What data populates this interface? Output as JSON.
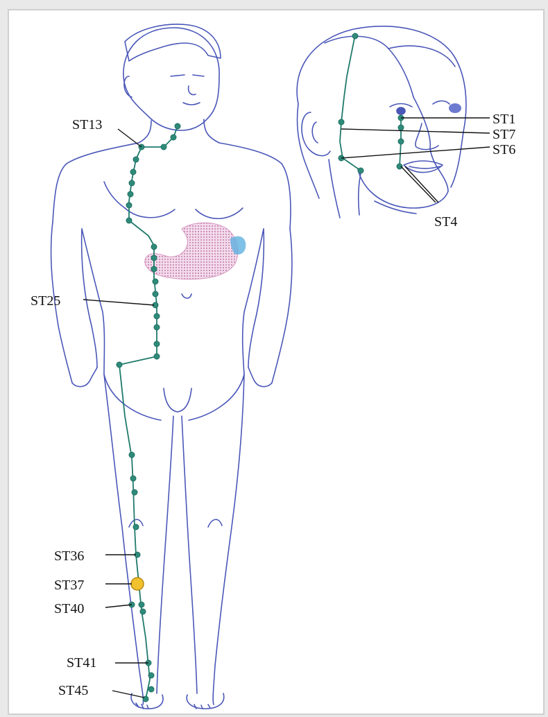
{
  "labels": {
    "st13": "ST13",
    "st25": "ST25",
    "st36": "ST36",
    "st37": "ST37",
    "st40": "ST40",
    "st41": "ST41",
    "st45": "ST45",
    "st1": "ST1",
    "st7": "ST7",
    "st6": "ST6",
    "st4": "ST4"
  },
  "colors": {
    "outline": "#4a57b8",
    "meridian": "#1f7a6b",
    "acupoint": "#2e8b7a",
    "highlight_point": "#f2c12e",
    "stomach": "#e0a6c8",
    "spleen": "#5fb0e0",
    "paper": "#ffffff"
  },
  "icons": {
    "body": "human-body-front",
    "head": "head-side-profile",
    "organ": "stomach"
  }
}
